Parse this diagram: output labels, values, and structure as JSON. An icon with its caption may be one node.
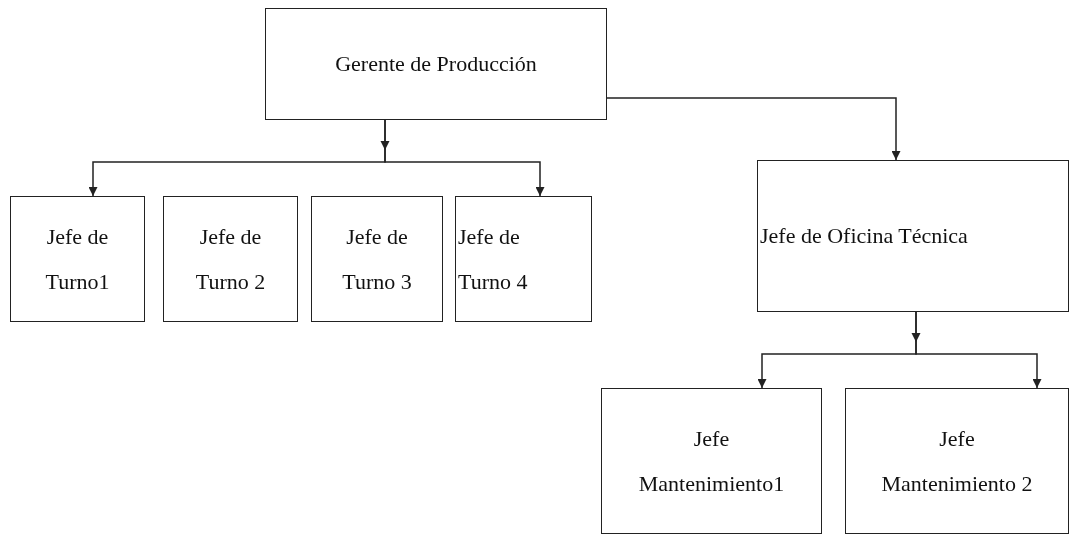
{
  "diagram": {
    "nodes": [
      {
        "text": [
          "Gerente de Producción"
        ]
      },
      {
        "text": [
          "Jefe de Turno1"
        ]
      },
      {
        "text": [
          "Jefe de Turno 2"
        ]
      },
      {
        "text": [
          "Jefe de Turno 3"
        ]
      },
      {
        "text": [
          "Jefe de Turno 4"
        ]
      },
      {
        "text": [
          "Jefe de Oficina Técnica"
        ]
      },
      {
        "text": [
          "Jefe Mantenimiento1"
        ]
      },
      {
        "text": [
          "Jefe Mantenimiento 2"
        ]
      }
    ],
    "edges": [
      {
        "from": 0,
        "to": 1,
        "arrow": "to"
      },
      {
        "from": 0,
        "to": 4,
        "arrow": "to"
      },
      {
        "from": 0,
        "to": 5,
        "arrow": "to"
      },
      {
        "from": 5,
        "to": 6,
        "arrow": "to"
      },
      {
        "from": 5,
        "to": 7,
        "arrow": "to"
      }
    ]
  }
}
